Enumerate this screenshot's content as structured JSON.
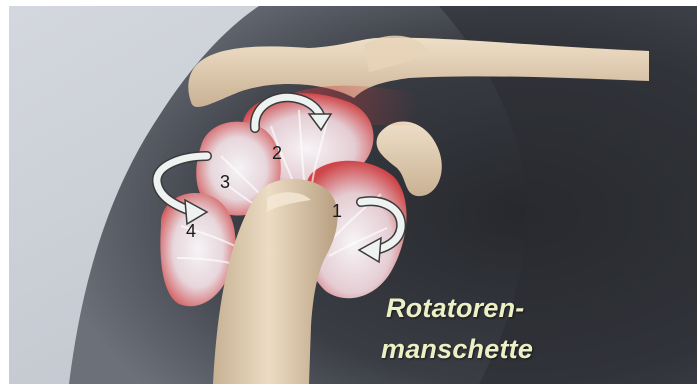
{
  "figure": {
    "muscle_labels": [
      "1",
      "2",
      "3",
      "4"
    ],
    "caption": {
      "line1": "Rotatoren-",
      "line2": "manschette"
    },
    "colors": {
      "background_light": "#c9ced6",
      "body_dark": "#2d3036",
      "bone": "#e0cdb4",
      "muscle_red": "#d24a4a",
      "tendon_white": "#f3f1f4",
      "arrow_fill": "#eef2f0",
      "caption_text": "#ecf0c4"
    }
  }
}
